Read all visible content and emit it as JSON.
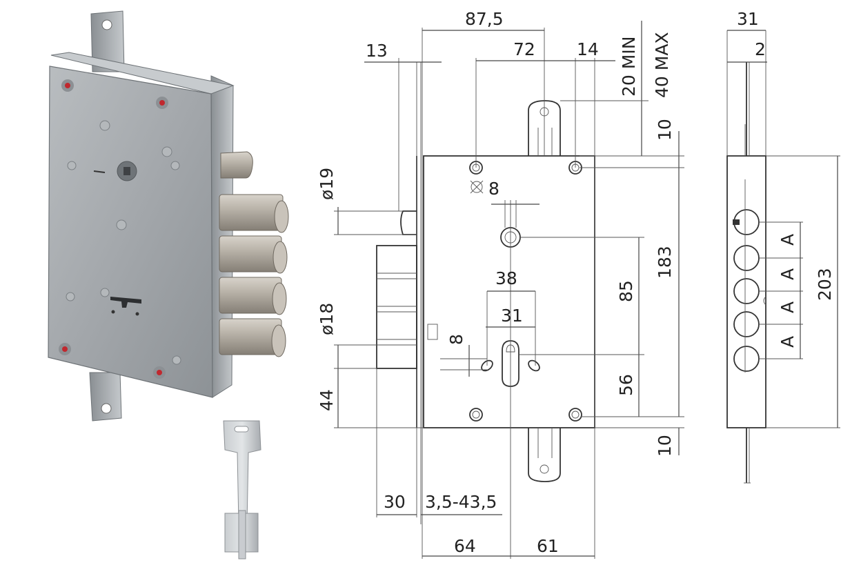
{
  "colors": {
    "line": "#444444",
    "steel": "#a7abae",
    "steel_dark": "#7e8387",
    "bolt": "#b8b2a8",
    "screw_red": "#c0282e",
    "background": "#ffffff"
  },
  "photo": {
    "bolt_count": 4
  },
  "dimensions": {
    "d87_5": "87,5",
    "d13": "13",
    "d72": "72",
    "d14": "14",
    "d20min": "20 MIN",
    "d40max": "40 MAX",
    "d10_top": "10",
    "d19": "ø19",
    "d8_hole": "8",
    "d38": "38",
    "d31_front": "31",
    "d85": "85",
    "d183": "183",
    "d18": "ø18",
    "d8_small": "8",
    "d56": "56",
    "d44": "44",
    "d10_bot": "10",
    "d30": "30",
    "d3_5": "3,5-43,5",
    "d64": "64",
    "d61": "61",
    "d31_side": "31",
    "d2_side": "2",
    "d203": "203",
    "a_labels": [
      "A",
      "A",
      "A",
      "A"
    ]
  }
}
